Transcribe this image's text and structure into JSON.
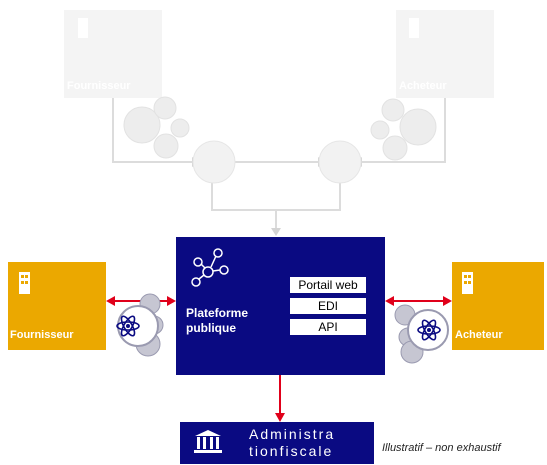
{
  "ghost": {
    "supplier_label": "Fournisseur",
    "buyer_label": "Acheteur"
  },
  "platform": {
    "title_line1": "Plateforme",
    "title_line2": "publique",
    "channels": [
      "Portail web",
      "EDI",
      "API"
    ]
  },
  "supplier": {
    "label": "Fournisseur"
  },
  "buyer": {
    "label": "Acheteur"
  },
  "admin": {
    "line1": "Administra",
    "line2": "tionfiscale"
  },
  "caption": "Illustratif – non exhaustif",
  "colors": {
    "platform_blue": "#0a0a82",
    "party_yellow": "#eba800",
    "arrow_red": "#e0001a",
    "ghost_grey": "#f3f3f3",
    "gear_grey": "#b8b8c8"
  }
}
